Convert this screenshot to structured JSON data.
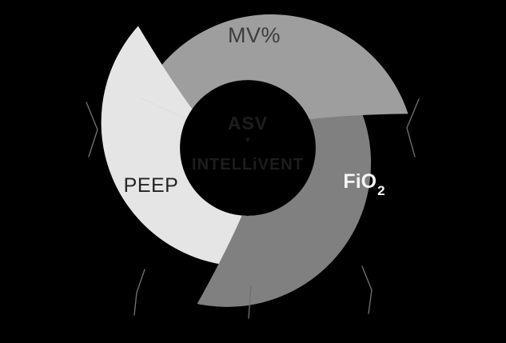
{
  "page": {
    "background": "#000000"
  },
  "diagram": {
    "arms": {
      "mv": {
        "label": "MV%",
        "fill": "#9e9e9e",
        "label_color": "#3d3d3d"
      },
      "peep": {
        "label": "PEEP",
        "fill": "#e5e5e5",
        "label_color": "#242424"
      },
      "fio2": {
        "label_base": "FiO",
        "label_sub": "2",
        "fill": "#808080",
        "label_color": "#f5f5f5"
      }
    },
    "center": {
      "line1": "ASV",
      "marker": "▼",
      "line2": "INTELLiVENT",
      "text_color": "#1d1d1d"
    },
    "leader_line_color": "#6e6e6e"
  }
}
